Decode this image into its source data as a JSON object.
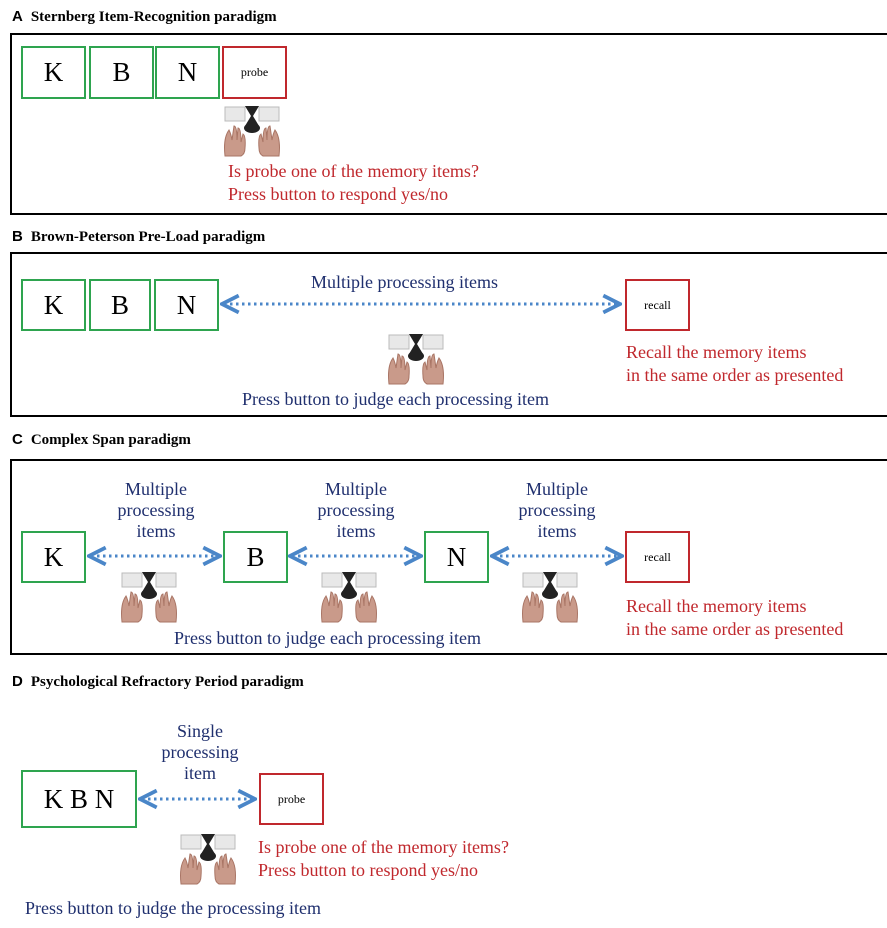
{
  "panels": [
    {
      "letter": "A",
      "title": "Sternberg Item-Recognition paradigm",
      "items": [
        "K",
        "B",
        "N"
      ],
      "probe_label": "probe",
      "red_lines": [
        "Is probe one of the memory items?",
        "Press button to respond yes/no"
      ]
    },
    {
      "letter": "B",
      "title": "Brown-Peterson Pre-Load paradigm",
      "items": [
        "K",
        "B",
        "N"
      ],
      "processing_label": "Multiple  processing items",
      "recall_label": "recall",
      "red_lines": [
        "Recall  the memory items",
        "in the same order as presented"
      ],
      "blue_line": "Press button to judge each processing item"
    },
    {
      "letter": "C",
      "title": "Complex Span paradigm",
      "items": [
        "K",
        "B",
        "N"
      ],
      "processing_label_lines": [
        "Multiple",
        "processing",
        "items"
      ],
      "recall_label": "recall",
      "red_lines": [
        "Recall  the memory items",
        "in the same order as presented"
      ],
      "blue_line": "Press button to judge each processing item"
    },
    {
      "letter": "D",
      "title": "Psychological Refractory Period paradigm",
      "item_group": "K B N",
      "processing_label_lines": [
        "Single",
        "processing",
        "item"
      ],
      "probe_label": "probe",
      "red_lines": [
        "Is probe one of the memory items?",
        "Press button to respond yes/no"
      ],
      "blue_line": "Press button to judge the processing item"
    }
  ],
  "colors": {
    "memory_item_border": "#2ea44f",
    "probe_border": "#c0282d",
    "arrow": "#4a86c8",
    "red_text": "#c0282d",
    "blue_text": "#1f2f6e"
  },
  "icons": [
    "hands-on-button-box-with-hourglass-icon"
  ]
}
